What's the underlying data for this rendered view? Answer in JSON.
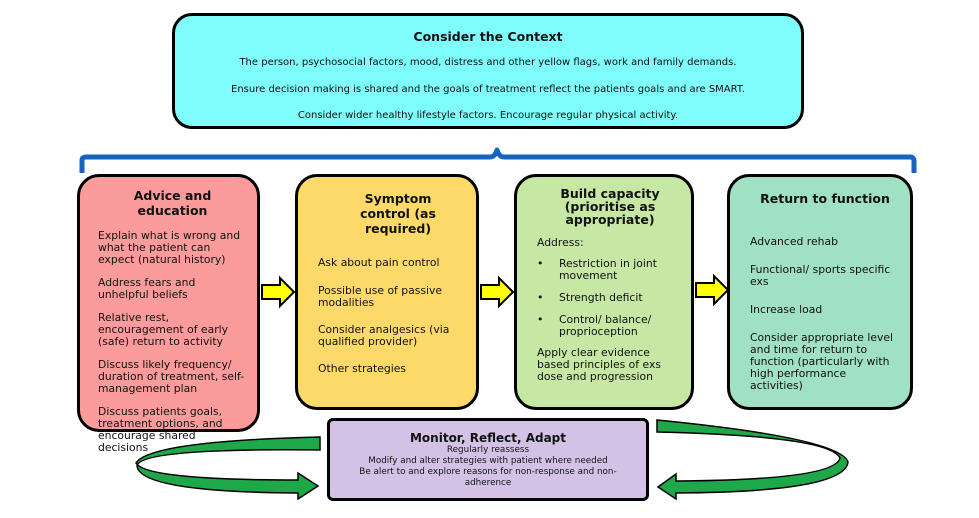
{
  "context": {
    "title": "Consider the Context",
    "lines": [
      "The person, psychosocial factors, mood, distress and other yellow flags, work and family demands.",
      "Ensure decision making is shared and the goals of treatment reflect the patients goals and are SMART.",
      "Consider wider healthy lifestyle factors. Encourage regular physical activity."
    ]
  },
  "advice": {
    "title": "Advice and education",
    "items": [
      "Explain what is wrong and what the patient can expect (natural history)",
      "Address fears and unhelpful beliefs",
      "Relative rest, encouragement of early (safe) return to activity",
      "Discuss likely frequency/ duration of treatment, self-management plan",
      "Discuss patients goals, treatment options, and encourage shared decisions"
    ]
  },
  "symptom": {
    "title": "Symptom control (as required)",
    "items": [
      "Ask about pain control",
      "Possible use of passive modalities",
      "Consider analgesics (via qualified provider)",
      "Other strategies"
    ]
  },
  "capacity": {
    "title": "Build capacity (prioritise as appropriate)",
    "address_label": "Address:",
    "bullets": [
      "Restriction in joint movement",
      "Strength deficit",
      "Control/ balance/ proprioception"
    ],
    "footer": "Apply clear evidence based principles of exs dose and progression"
  },
  "return": {
    "title": "Return to function",
    "items": [
      "Advanced rehab",
      "Functional/ sports specific exs",
      "Increase load",
      "Consider appropriate level and time for return to function (particularly with high performance activities)"
    ]
  },
  "monitor": {
    "title": "Monitor, Reflect, Adapt",
    "lines": [
      "Regularly reassess",
      "Modify and alter strategies with patient where needed",
      "Be alert to and explore reasons for non-response and non-adherence"
    ]
  },
  "colors": {
    "context": "#7ffcfc",
    "advice": "#fb9b9b",
    "symptom": "#fdd96a",
    "capacity": "#c7e7a5",
    "return": "#a0e0c3",
    "monitor": "#d4c2e6",
    "brace": "#1565c0",
    "arrow_yellow": "#ffff00",
    "cycle_arrow": "#1ea84a"
  }
}
